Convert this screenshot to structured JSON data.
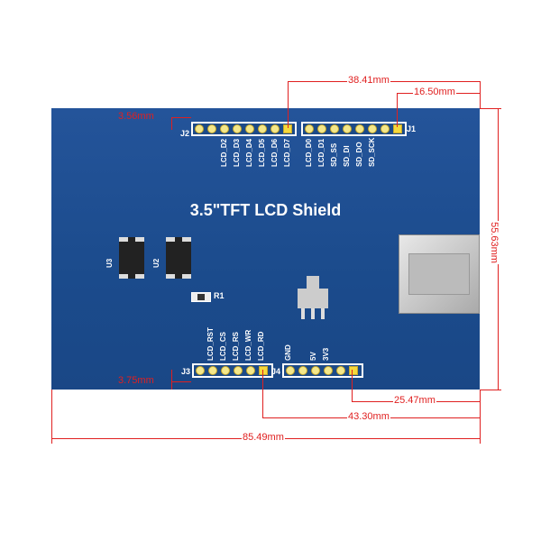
{
  "title": "3.5\"TFT LCD Shield",
  "headers": {
    "j2": {
      "name": "J2",
      "labels": [
        "LCD_D2",
        "LCD_D3",
        "LCD_D4",
        "LCD_D5",
        "LCD_D6",
        "LCD_D7"
      ]
    },
    "j1": {
      "name": "J1",
      "labels": [
        "LCD_D0",
        "LCD_D1",
        "SD_SS",
        "SD_DI",
        "SD_DO",
        "SD_SCK"
      ]
    },
    "j3": {
      "name": "J3",
      "labels": [
        "LCD_RST",
        "LCD_CS",
        "LCD_RS",
        "LCD_WR",
        "LCD_RD"
      ]
    },
    "j4": {
      "name": "J4",
      "labels": [
        "GND",
        "5V",
        "3V3"
      ]
    }
  },
  "components": {
    "u3": "U3",
    "u2": "U2",
    "r1": "R1"
  },
  "dimensions": {
    "top": "38.41mm",
    "top_right": "16.50mm",
    "left_top": "3.56mm",
    "right": "55.63mm",
    "left_bottom": "3.75mm",
    "bottom1": "25.47mm",
    "bottom2": "43.30mm",
    "width": "85.49mm"
  },
  "colors": {
    "board": "#1f4f8c",
    "dimension": "#e02020"
  }
}
